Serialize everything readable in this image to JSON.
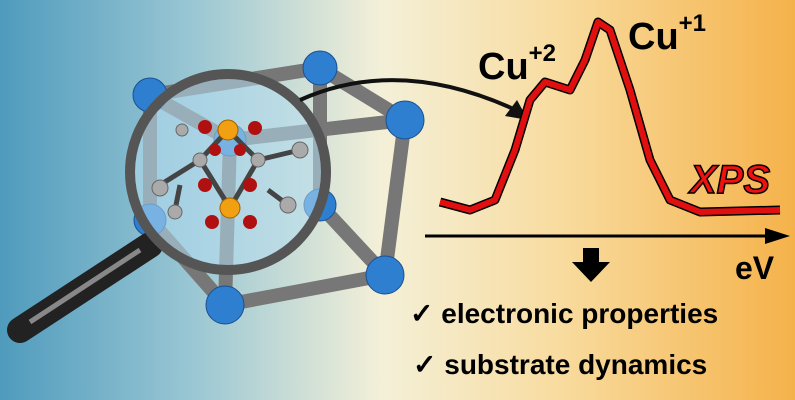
{
  "labels": {
    "cu2": "Cu",
    "cu2_sup": "+2",
    "cu1": "Cu",
    "cu1_sup": "+1",
    "xps": "XPS",
    "axis": "eV"
  },
  "bullets": [
    {
      "check": "✓",
      "text": "electronic properties"
    },
    {
      "check": "✓",
      "text": "substrate dynamics"
    }
  ],
  "colors": {
    "curve": "#e01010",
    "cube_sphere": "#2f7fd0",
    "cu_atom": "#f0a010",
    "o_atom": "#b01010"
  }
}
